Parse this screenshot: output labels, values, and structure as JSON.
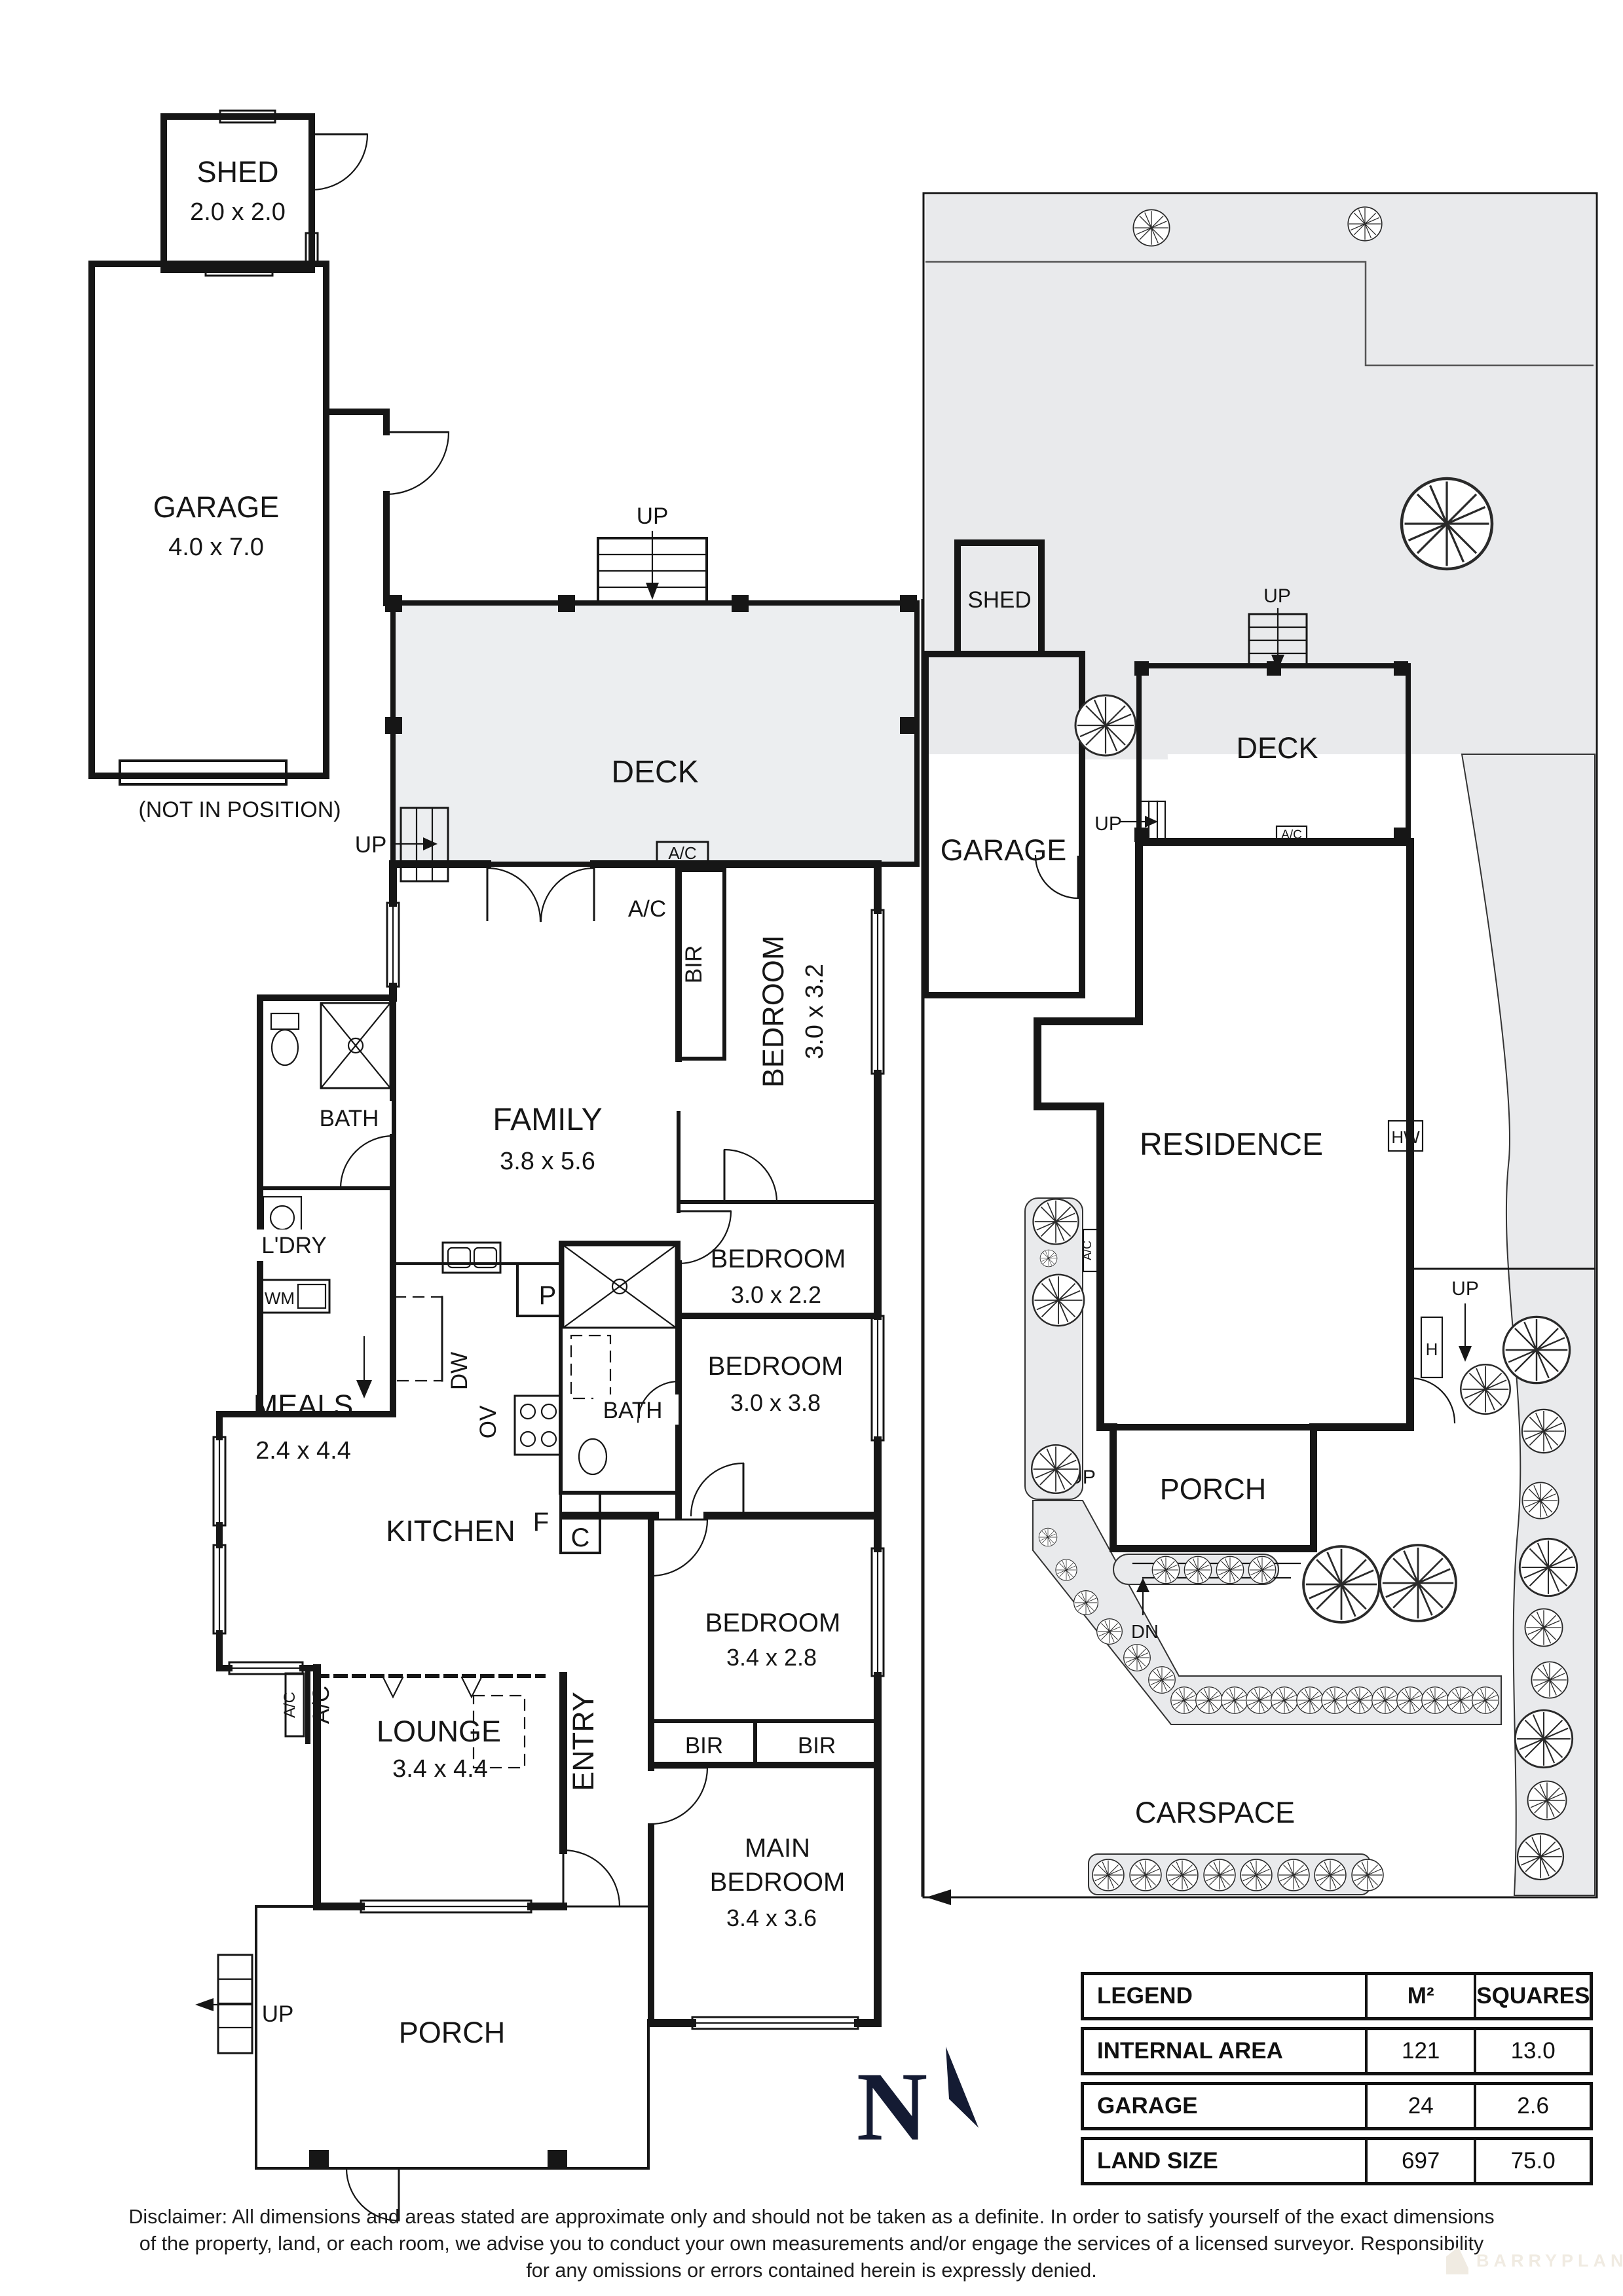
{
  "fp": {
    "shed": "SHED",
    "shed_dims": "2.0 x 2.0",
    "garage": "GARAGE",
    "garage_dims": "4.0 x 7.0",
    "nip": "(NOT IN POSITION)",
    "deck": "DECK",
    "family": "FAMILY",
    "family_dims": "3.8 x 5.6",
    "bath": "BATH",
    "ldry": "L'DRY",
    "wm": "WM",
    "bir": "BIR",
    "bed1": "BEDROOM",
    "bed1_dims": "3.0 x 3.2",
    "bed2": "BEDROOM",
    "bed2_dims": "3.0 x 2.2",
    "bed3": "BEDROOM",
    "bed3_dims": "3.0 x 3.8",
    "bed4": "BEDROOM",
    "bed4_dims": "3.4 x 2.8",
    "main1": "MAIN",
    "main2": "BEDROOM",
    "main_dims": "3.4 x 3.6",
    "meals": "MEALS",
    "meals_dims": "2.4 x 4.4",
    "kitchen": "KITCHEN",
    "lounge": "LOUNGE",
    "lounge_dims": "3.4 x 4.4",
    "entry": "ENTRY",
    "porch": "PORCH",
    "up": "UP",
    "ac": "A/C",
    "p": "P",
    "dw": "DW",
    "ov": "OV",
    "f": "F",
    "c": "C"
  },
  "site": {
    "shed": "SHED",
    "garage": "GARAGE",
    "deck": "DECK",
    "residence": "RESIDENCE",
    "porch": "PORCH",
    "carspace": "CARSPACE",
    "up": "UP",
    "dn": "DN",
    "ac": "A/C",
    "hw": "HW",
    "h": "H"
  },
  "legend": {
    "headers": [
      "LEGEND",
      "M²",
      "SQUARES"
    ],
    "rows": [
      {
        "label": "INTERNAL AREA",
        "m2": "121",
        "squares": "13.0"
      },
      {
        "label": "GARAGE",
        "m2": "24",
        "squares": "2.6"
      },
      {
        "label": "LAND SIZE",
        "m2": "697",
        "squares": "75.0"
      }
    ]
  },
  "compass": {
    "n": "N"
  },
  "disclaimer": {
    "line1": "Disclaimer: All dimensions and areas stated are approximate only and should not be taken as a definite. In order to satisfy yourself of the exact dimensions",
    "line2": "of the property, land, or each room, we advise you to conduct your own measurements and/or engage the services of a licensed surveyor. Responsibility",
    "line3": "for any omissions or errors contained herein is expressly denied."
  },
  "watermark": {
    "brand": "BARRYPLANT"
  },
  "colors": {
    "wall": "#161616",
    "area_fill": "#e9eaec",
    "north": "#141b33"
  }
}
